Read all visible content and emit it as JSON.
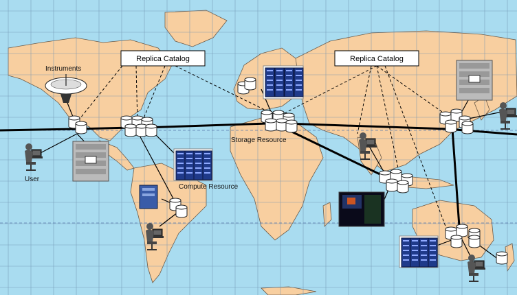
{
  "labels": {
    "replica_catalog_1": "Replica Catalog",
    "replica_catalog_2": "Replica Catalog",
    "instruments": "Instruments",
    "user": "User",
    "storage_resource": "Storage Resource",
    "compute_resource": "Compute Resource"
  },
  "colors": {
    "ocean": "#a9dcf0",
    "land": "#f8cfa0",
    "grid": "#6f8fb0",
    "link": "#000000"
  }
}
